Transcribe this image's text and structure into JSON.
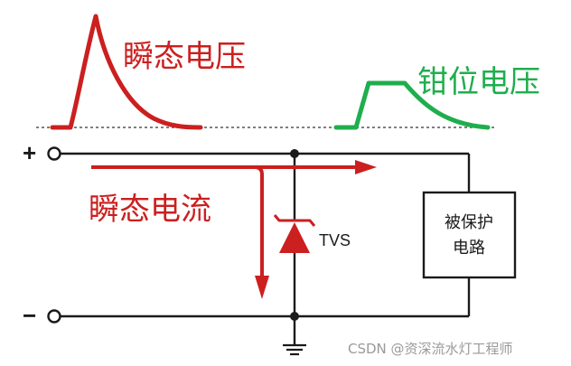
{
  "labels": {
    "transient_voltage": "瞬态电压",
    "clamp_voltage": "钳位电压",
    "transient_current": "瞬态电流",
    "tvs": "TVS",
    "protected_circuit_line1": "被保护",
    "protected_circuit_line2": "电路",
    "plus_terminal": "+",
    "minus_terminal": "−",
    "watermark": "CSDN @资深流水灯工程师"
  },
  "colors": {
    "transient_red": "#cc1f1f",
    "clamp_green": "#1fae4d",
    "wire": "#1a1a1a",
    "baseline": "#555555",
    "watermark": "#9a9a9a"
  },
  "icons": {
    "tvs_diode": "zener-diode-symbol",
    "ground": "ground-symbol",
    "terminal": "open-circle-terminal"
  }
}
